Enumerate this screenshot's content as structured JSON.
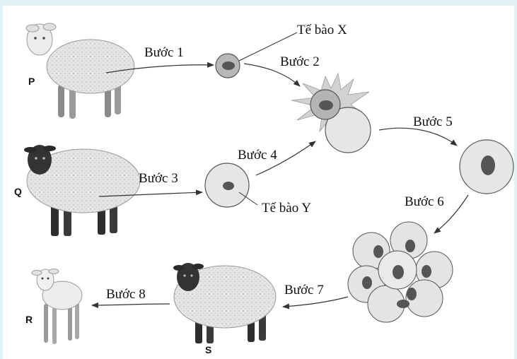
{
  "animals": {
    "p": "P",
    "q": "Q",
    "r": "R",
    "s": "S"
  },
  "steps": {
    "s1": "Bước 1",
    "s2": "Bước 2",
    "s3": "Bước 3",
    "s4": "Bước 4",
    "s5": "Bước 5",
    "s6": "Bước 6",
    "s7": "Bước 7",
    "s8": "Bước 8"
  },
  "cells": {
    "x": "Tế bào X",
    "y": "Tế bào Y"
  },
  "colors": {
    "background": "#dff0f7",
    "cell_fill": "#e2e2e2",
    "nucleus": "#555555",
    "white_wool": "#e6e6e6",
    "dark_face": "#3a3a3a"
  },
  "icons": [
    "white-sheep-icon",
    "black-faced-sheep-icon",
    "lamb-icon",
    "cell-icon",
    "spark-icon",
    "embryo-icon"
  ]
}
